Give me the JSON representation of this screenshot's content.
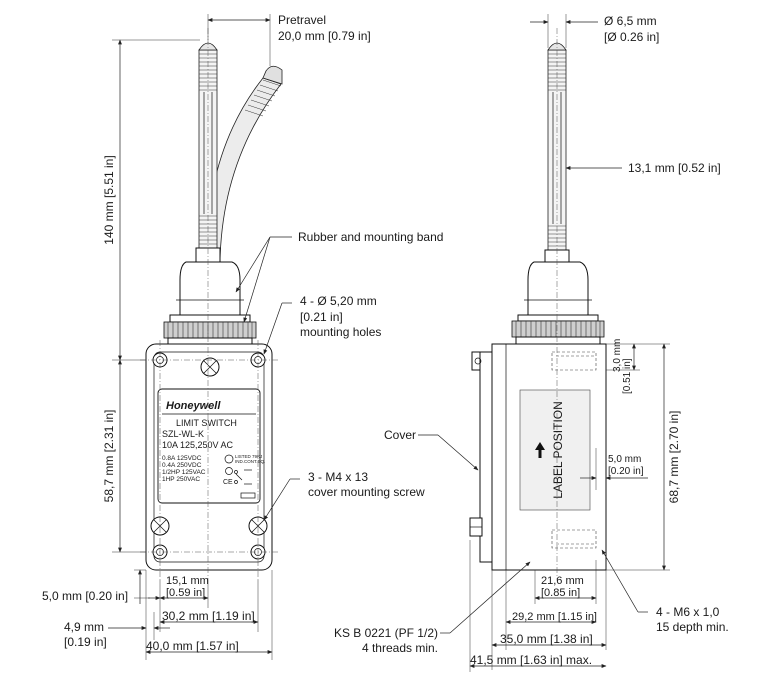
{
  "labels": {
    "pretravel": "Pretravel",
    "pretravel_value": "20,0 mm [0.79 in]",
    "rod_dia": "Ø 6,5 mm",
    "rod_dia_in": "[Ø 0.26 in]",
    "rod_len": "13,1 mm [0.52 in]",
    "rubber_band": "Rubber and mounting band",
    "holes_1": "4 - Ø 5,20 mm",
    "holes_2": "[0.21 in]",
    "holes_3": "mounting holes",
    "screw_1": "3 - M4 x 13",
    "screw_2": "cover mounting screw",
    "cover": "Cover",
    "height_total": "140 mm [5.51 in]",
    "height_body": "58,7 mm [2.31 in]",
    "foot": "5,0 mm [0.20 in]",
    "edge_mm": "4,9 mm",
    "edge_in": "[0.19 in]",
    "w15_mm": "15,1 mm",
    "w15_in": "[0.59 in]",
    "w30": "30,2 mm [1.19 in]",
    "w40": "40,0 mm [1.57 in]",
    "s3_mm": "3,0 mm",
    "s3_in": "[0.51 in]",
    "s68": "68,7 mm [2.70 in]",
    "s5_mm": "5,0 mm",
    "s5_in": "[0.20 in]",
    "s21_mm": "21,6 mm",
    "s21_in": "[0.85 in]",
    "s29": "29,2 mm [1.15 in]",
    "s35": "35,0 mm [1.38 in]",
    "s41": "41,5 mm [1.63 in] max.",
    "ks_1": "KS B 0221 (PF 1/2)",
    "ks_2": "4 threads min.",
    "m6_1": "4 - M6 x 1,0",
    "m6_2": "15 depth min."
  },
  "nameplate": {
    "brand": "Honeywell",
    "title": "LIMIT SWITCH",
    "model": "SZL-WL-K",
    "rating": "10A  125,250V  AC",
    "spec_1": "0.8A  125VDC",
    "spec_2": "0.4A  250VDC",
    "spec_3": "1/2HP  125VAC",
    "spec_4": "1HP  250VAC",
    "listed_1": "LISTED 79KJ",
    "listed_2": "IND.CONT.EQ.",
    "ce": "CE"
  },
  "side_label": "LABEL POSITION"
}
